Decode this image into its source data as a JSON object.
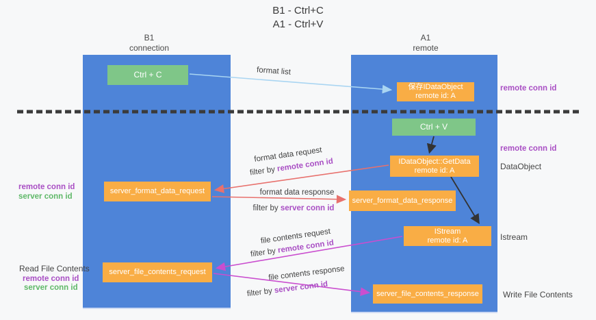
{
  "title": {
    "line1": "B1 - Ctrl+C",
    "line2": "A1 - Ctrl+V"
  },
  "lanes": {
    "left": {
      "name": "B1",
      "subtitle": "connection"
    },
    "right": {
      "name": "A1",
      "subtitle": "remote"
    }
  },
  "nodes": {
    "ctrl_c": "Ctrl + C",
    "ctrl_v": "Ctrl + V",
    "save_idataobject": {
      "line1": "保存IDataObject",
      "line2": "remote id: A"
    },
    "getdata": {
      "line1": "IDataObject::GetData",
      "line2": "remote id: A"
    },
    "istream": {
      "line1": "IStream",
      "line2": "remote id: A"
    },
    "format_request": "server_format_data_request",
    "format_response": "server_format_data_response",
    "file_request": "server_file_contents_request",
    "file_response": "server_file_contents_response"
  },
  "edge_labels": {
    "format_list": "format list",
    "format_data_request": "format data request",
    "format_data_request_filter": {
      "prefix": "filter by ",
      "key": "remote conn id"
    },
    "format_data_response": "format data response",
    "format_data_response_filter": {
      "prefix": "filter by ",
      "key": "server conn id"
    },
    "file_contents_request": "file contents request",
    "file_contents_request_filter": {
      "prefix": "filter by ",
      "key": "remote conn id"
    },
    "file_contents_response": "file contents response",
    "file_contents_response_filter": {
      "prefix": "filter by ",
      "key": "server conn id"
    }
  },
  "side_labels": {
    "right_top_remote_conn_id": "remote conn id",
    "right_mid_remote_conn_id": "remote conn id",
    "dataobject": "DataObject",
    "istream": "Istream",
    "write_file_contents": "Write File Contents",
    "left_remote_conn_id_1": "remote conn id",
    "left_server_conn_id_1": "server conn id",
    "read_file_contents": "Read File Contents",
    "left_remote_conn_id_2": "remote conn id",
    "left_server_conn_id_2": "server conn id"
  },
  "colors": {
    "lane_blue": "#4e84d8",
    "box_orange": "#f9ad45",
    "box_green": "#7fc688",
    "purple_text": "#a94fc4",
    "green_text": "#5fb868",
    "red_arrow": "#e8716d",
    "magenta_arrow": "#ca4ecf",
    "lightblue_arrow": "#a9d5f2",
    "black_arrow": "#333333",
    "background": "#f7f8f9"
  }
}
